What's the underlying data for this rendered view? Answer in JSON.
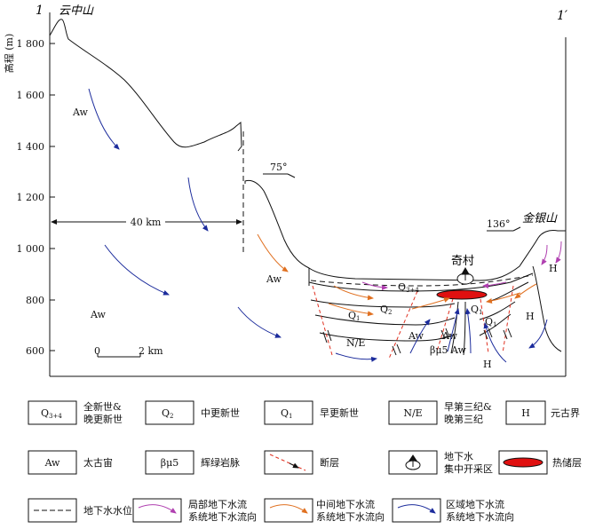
{
  "section": {
    "start_label": "1",
    "end_label": "1′",
    "peak_left": "云中山",
    "peak_right": "金银山",
    "village": "奇村"
  },
  "axis": {
    "ylabel": "高程 (m)",
    "ticks": [
      "1 800",
      "1 600",
      "1 400",
      "1 200",
      "1 000",
      "800",
      "600"
    ]
  },
  "annotations": {
    "break_distance": "40 km",
    "dip_left": "75°",
    "dip_right": "136°",
    "scale_zero": "0",
    "scale_length": "2 km"
  },
  "strata": {
    "q34_base": "Q",
    "q34_sub": "3+4",
    "q2": "Q",
    "q2_sub": "2",
    "q1_left": "Q",
    "q1_left_sub": "1",
    "q1_right": "Q",
    "q1_right_sub": "1",
    "q1_far_right": "Q",
    "q1_far_right_sub": "1",
    "ne": "N/E",
    "bmu5": "βμ5",
    "aw_1": "Aw",
    "aw_2": "Aw",
    "aw_3": "Aw",
    "aw_4": "Aw",
    "aw_5": "Aw",
    "aw_6": "Aw",
    "h_1": "H",
    "h_2": "H",
    "h_3": "H"
  },
  "legend": {
    "q34_sym": "Q",
    "q34_sub": "3+4",
    "q34_l1": "全新世&",
    "q34_l2": "晚更新世",
    "q2_sym": "Q",
    "q2_sub": "2",
    "q2_text": "中更新世",
    "q1_sym": "Q",
    "q1_sub": "1",
    "q1_text": "早更新世",
    "ne_sym": "N/E",
    "ne_l1": "早第三纪&",
    "ne_l2": "晚第三纪",
    "h_sym": "H",
    "h_text": "元古界",
    "aw_sym": "Aw",
    "aw_text": "太古宙",
    "bmu_sym": "βμ5",
    "bmu_text": "辉绿岩脉",
    "fault_text": "断层",
    "gw_l1": "地下水",
    "gw_l2": "集中开采区",
    "reservoir_text": "热储层",
    "watertable_text": "地下水水位",
    "local_l1": "局部地下水流",
    "local_l2": "系统地下水流向",
    "inter_l1": "中间地下水流",
    "inter_l2": "系统地下水流向",
    "regional_l1": "区域地下水流",
    "regional_l2": "系统地下水流向"
  },
  "colors": {
    "local_flow": "#b040b0",
    "intermediate_flow": "#e07020",
    "regional_flow": "#1c2c9c",
    "fault": "#e03020",
    "reservoir": "#e01010",
    "line": "#111111"
  }
}
